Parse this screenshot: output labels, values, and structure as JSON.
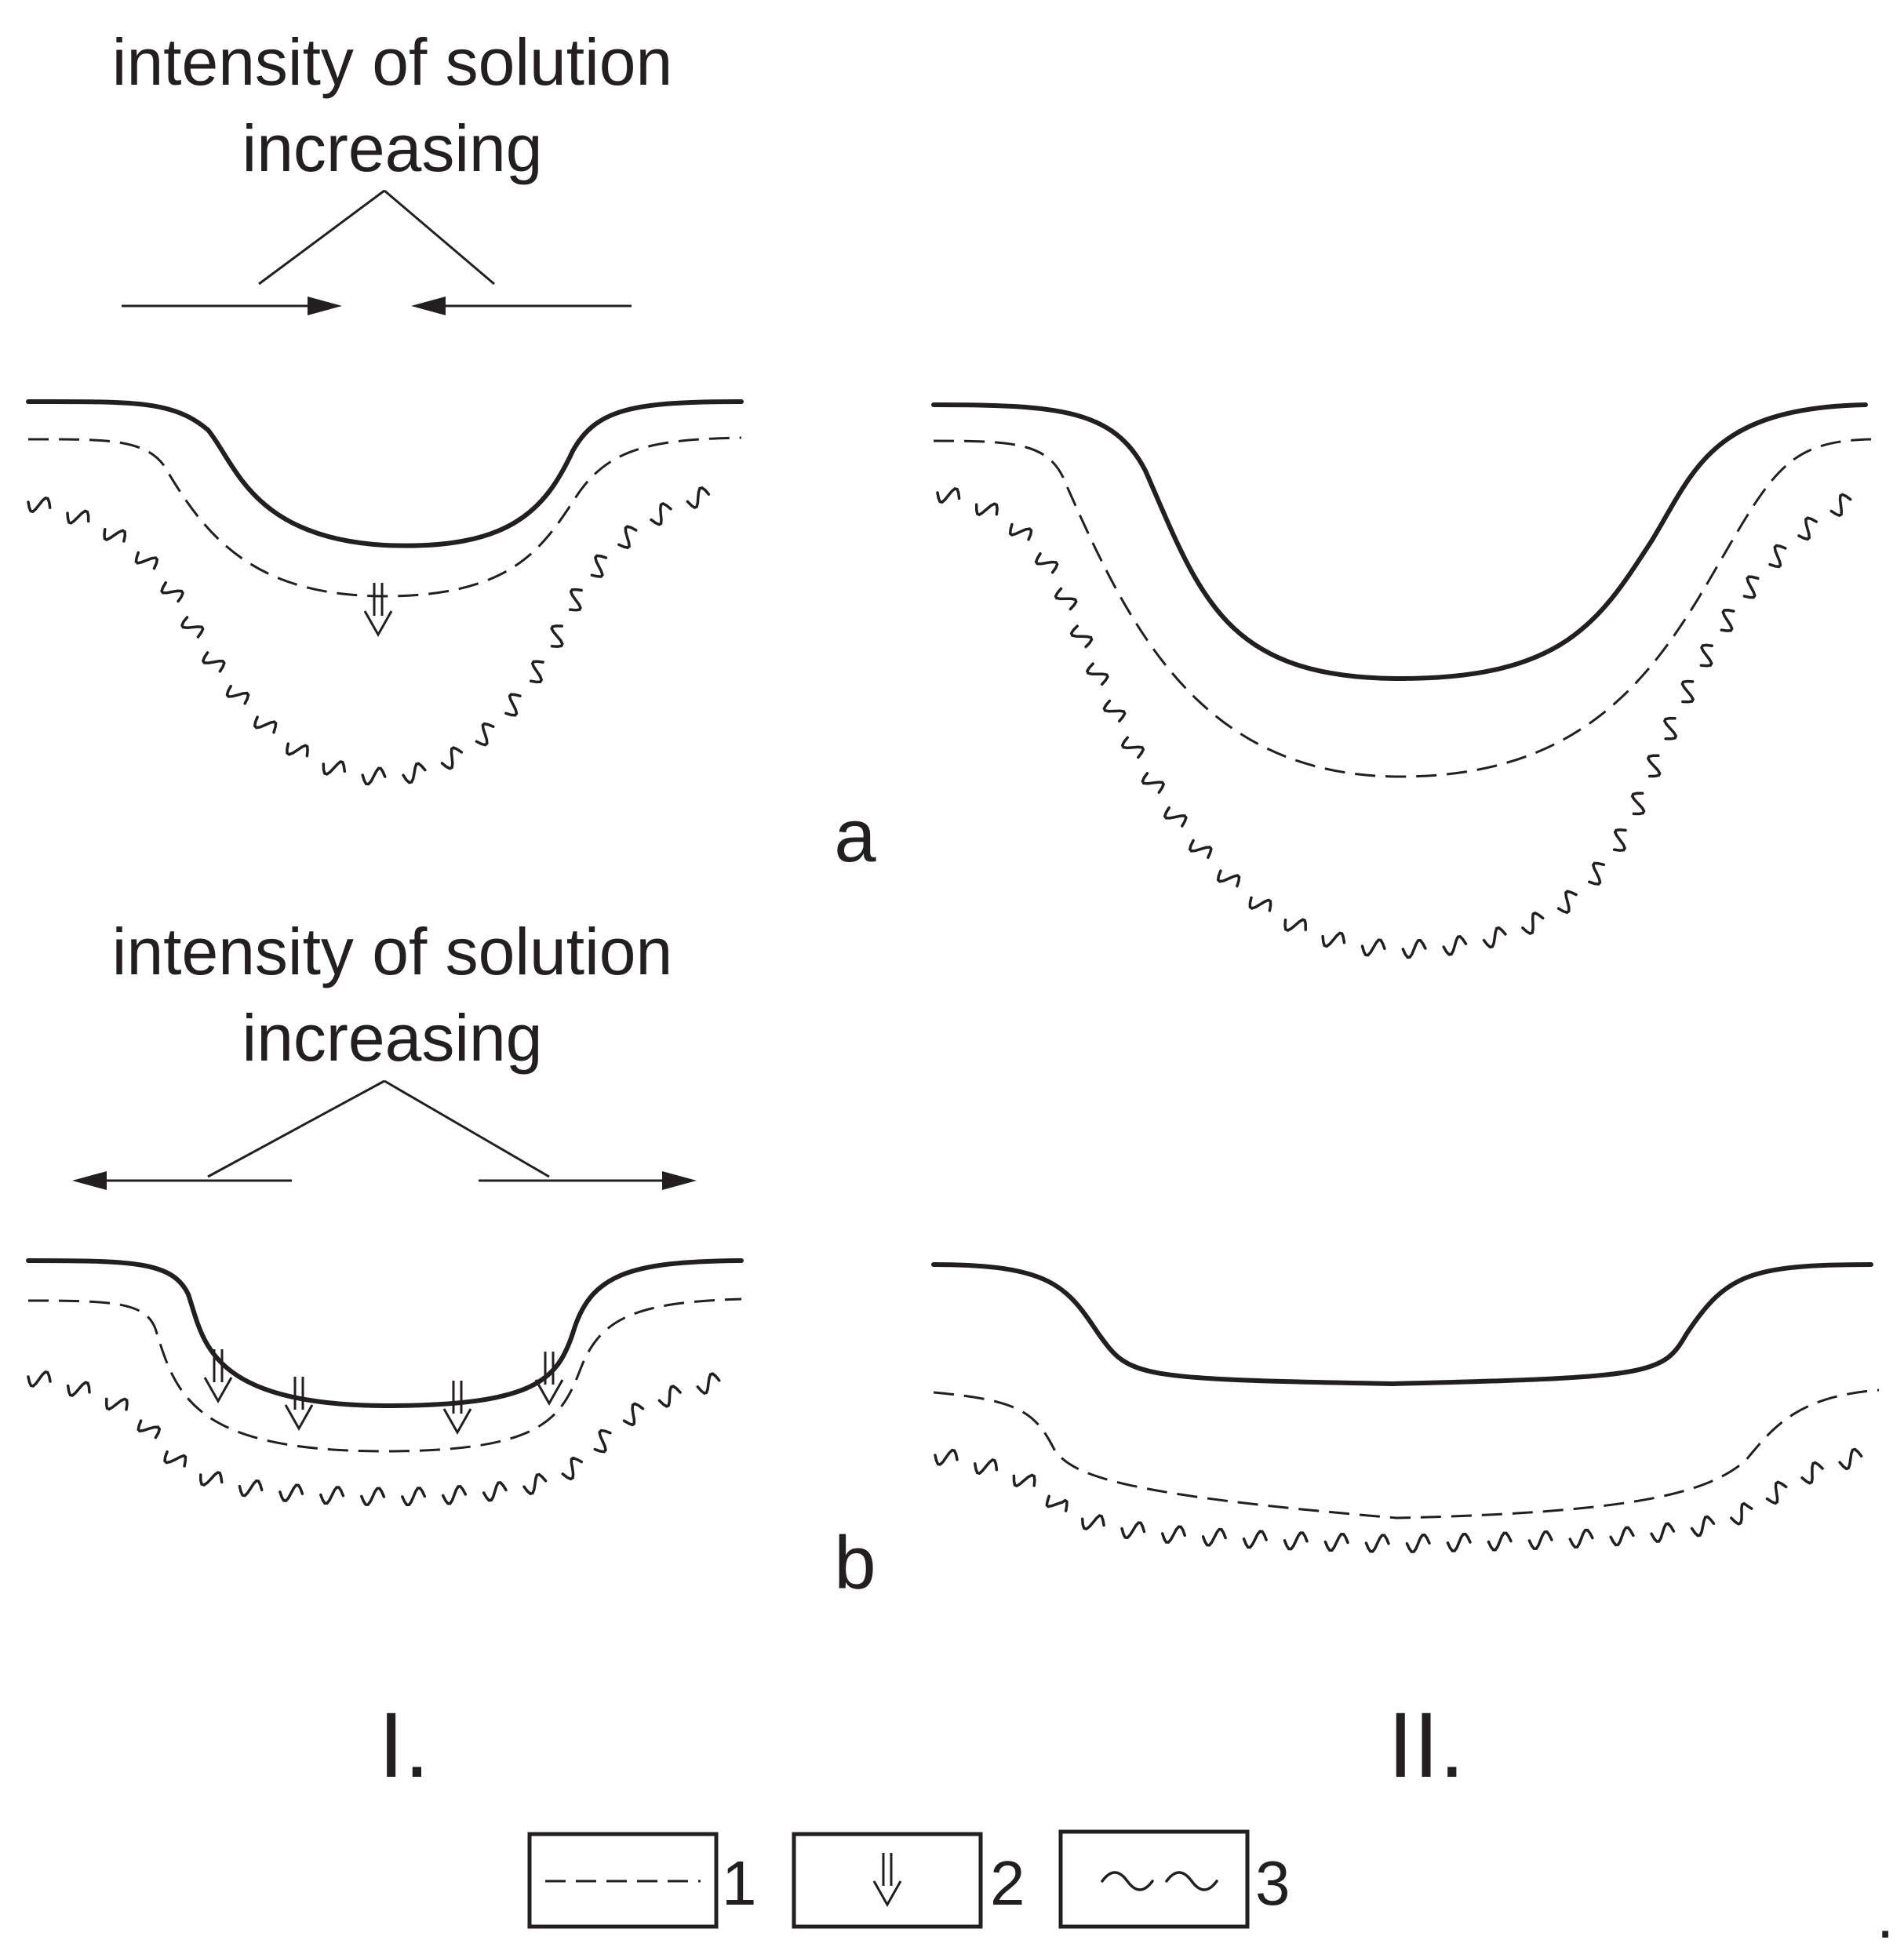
{
  "diagram": {
    "panel_a": {
      "heading_line1": "intensity of solution",
      "heading_line2": "increasing",
      "label": "a"
    },
    "panel_b": {
      "heading_line1": "intensity of solution",
      "heading_line2": "increasing",
      "label": "b"
    },
    "column_labels": [
      "I.",
      "II."
    ],
    "legend": [
      {
        "symbol": "dashed-line",
        "number": "1"
      },
      {
        "symbol": "double-arrow-down",
        "number": "2"
      },
      {
        "symbol": "wavy-line",
        "number": "3"
      }
    ],
    "trailing_mark": "."
  }
}
